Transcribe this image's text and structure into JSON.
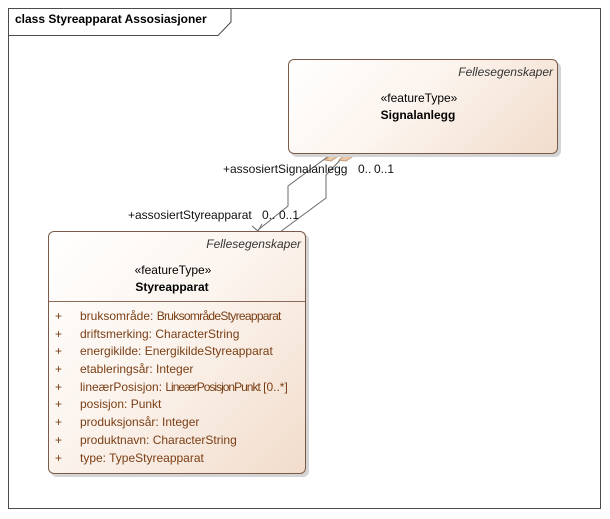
{
  "diagram": {
    "title": "class Styreapparat Assosiasjoner"
  },
  "classes": {
    "signalanlegg": {
      "package": "Fellesegenskaper",
      "stereotype": "«featureType»",
      "name": "Signalanlegg"
    },
    "styreapparat": {
      "package": "Fellesegenskaper",
      "stereotype": "«featureType»",
      "name": "Styreapparat",
      "attributes": [
        {
          "visibility": "+",
          "text": "bruksområde: ",
          "type": "BruksområdeStyreapparat"
        },
        {
          "visibility": "+",
          "text": "driftsmerking: CharacterString",
          "type": ""
        },
        {
          "visibility": "+",
          "text": "energikilde: EnergikildeStyreapparat",
          "type": ""
        },
        {
          "visibility": "+",
          "text": "etableringsår: Integer",
          "type": ""
        },
        {
          "visibility": "+",
          "text": "lineærPosisjon: ",
          "type": "LineærPosisjonPunkt",
          "suffix": " [0..*]"
        },
        {
          "visibility": "+",
          "text": "posisjon: Punkt",
          "type": ""
        },
        {
          "visibility": "+",
          "text": "produksjonsår: Integer",
          "type": ""
        },
        {
          "visibility": "+",
          "text": "produktnavn: CharacterString",
          "type": ""
        },
        {
          "visibility": "+",
          "text": "type: TypeStyreapparat",
          "type": ""
        }
      ]
    }
  },
  "associations": {
    "role_signal": "+assosiertSignalanlegg",
    "mult_signal": "0..",
    "mult_signal_2": "0..1",
    "role_styre": "+assosiertStyreapparat",
    "mult_styre": "0..",
    "mult_styre_2": "0..1"
  },
  "colors": {
    "attribute_text": "#7a3e14",
    "box_border": "#7a5a48",
    "box_fill_end": "#f1dccb"
  }
}
